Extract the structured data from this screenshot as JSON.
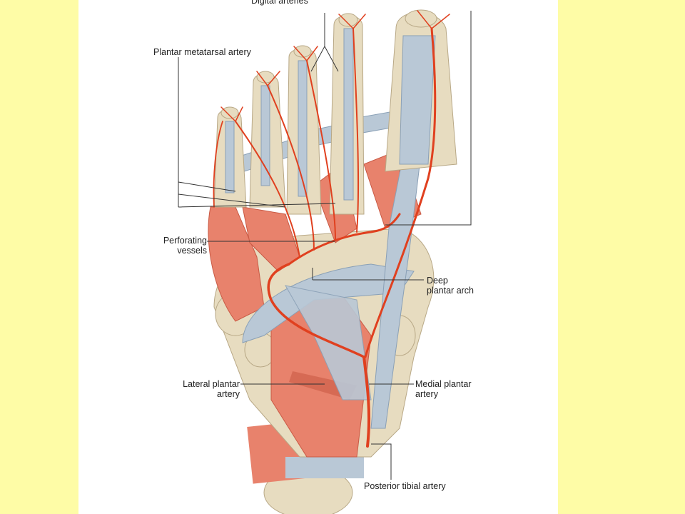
{
  "colors": {
    "background": "#fefca6",
    "panel": "#ffffff",
    "muscle": "#e8826c",
    "muscle_dark": "#c95a45",
    "bone": "#e7dcc0",
    "tendon": "#b9c8d6",
    "artery": "#e0401f",
    "leader_line": "#333333"
  },
  "labels": {
    "top_partial": "Digital arteries",
    "plantar_metatarsal": "Plantar metatarsal artery",
    "perforating_1": "Perforating",
    "perforating_2": "vessels",
    "deep_arch_1": "Deep",
    "deep_arch_2": "plantar arch",
    "lateral_plantar_1": "Lateral plantar",
    "lateral_plantar_2": "artery",
    "medial_plantar_1": "Medial plantar",
    "medial_plantar_2": "artery",
    "posterior_tibial": "Posterior tibial artery"
  }
}
